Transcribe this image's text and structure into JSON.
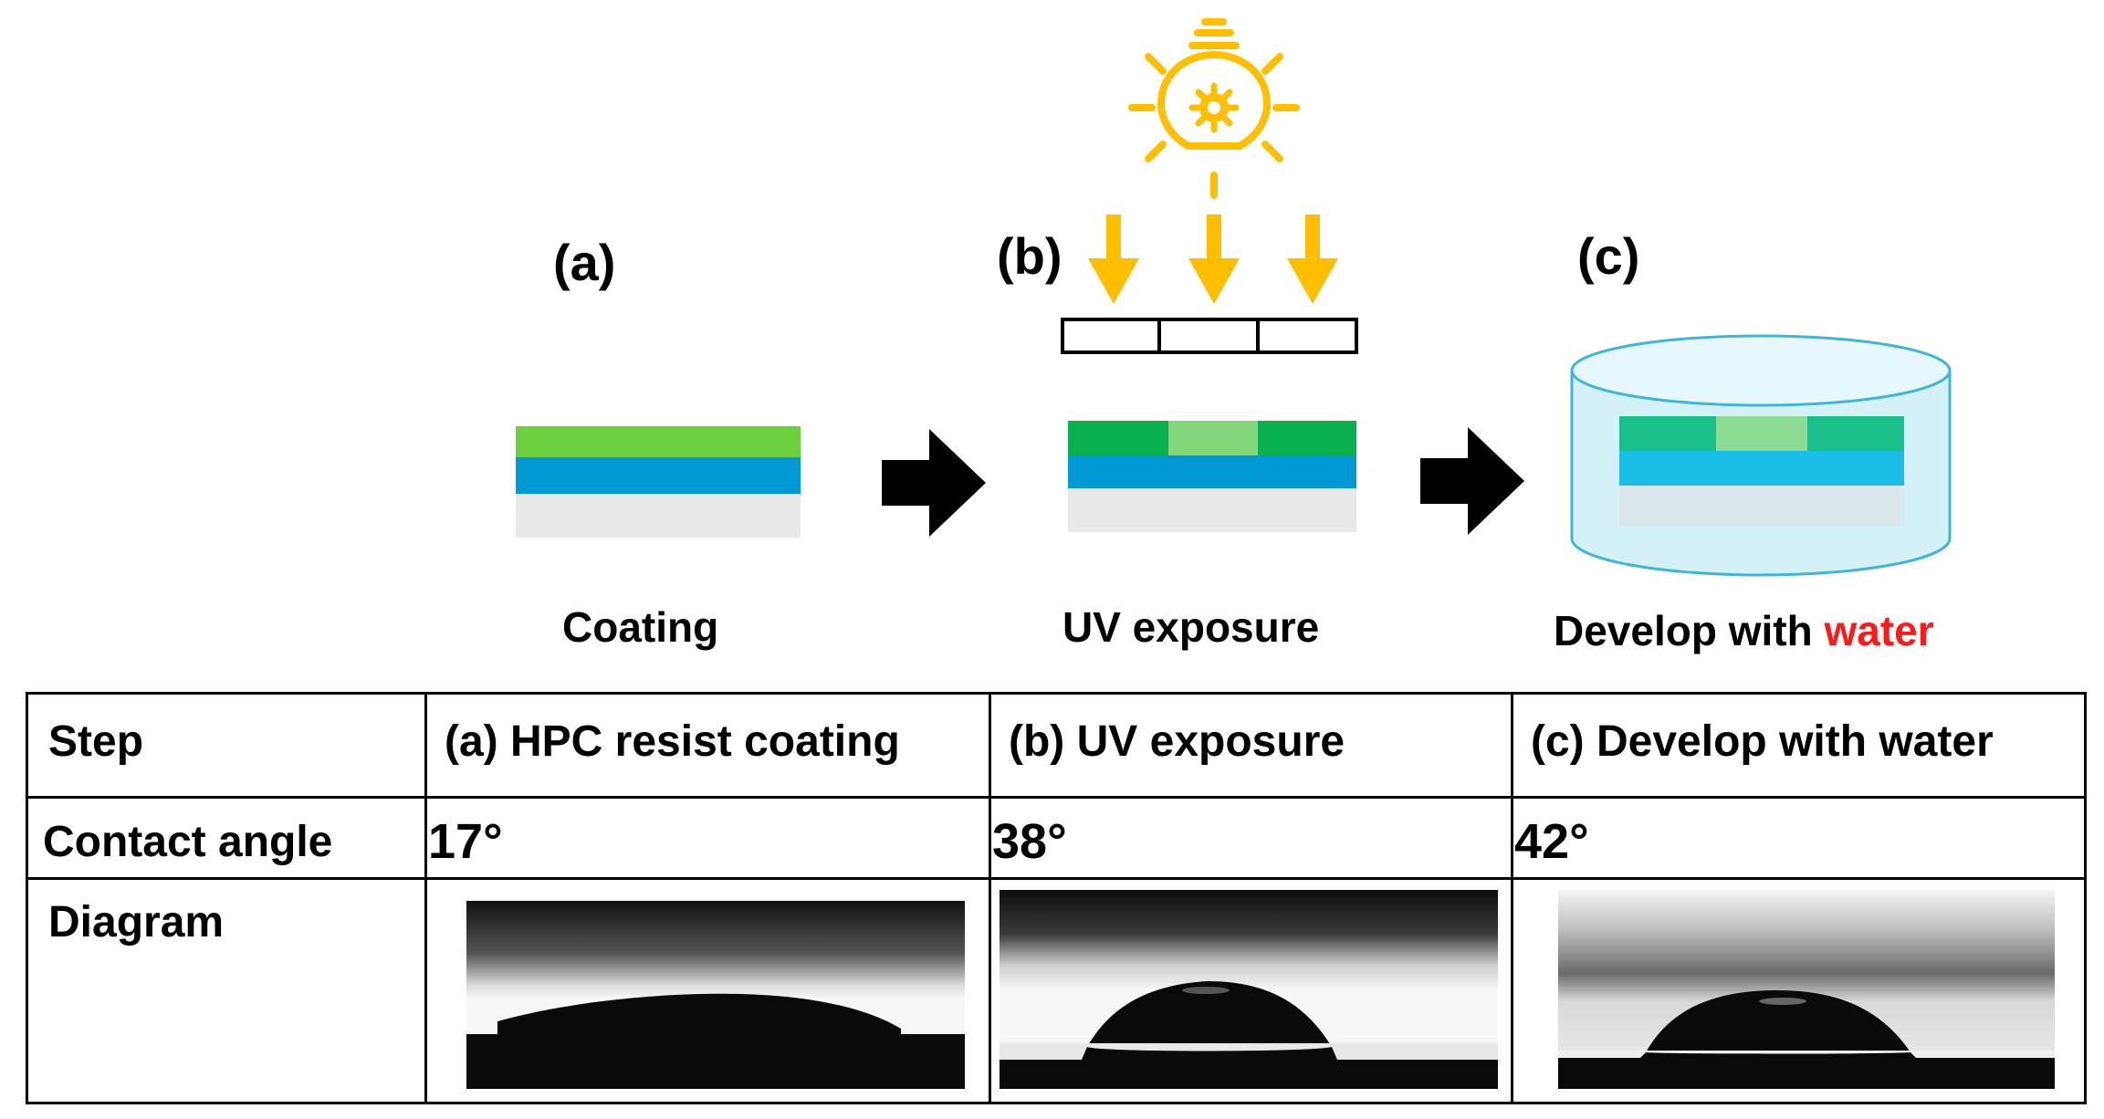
{
  "panels": [
    {
      "letter": "(a)",
      "caption": "Coating"
    },
    {
      "letter": "(b)",
      "caption": "UV exposure"
    },
    {
      "letter": "(c)",
      "caption_prefix": "Develop with ",
      "caption_highlight": "water"
    }
  ],
  "table": {
    "row_headers": [
      "Step",
      "Contact angle",
      "Diagram"
    ],
    "steps": [
      "(a) HPC resist coating",
      "(b) UV exposure",
      "(c) Develop with water"
    ],
    "contact_angles": [
      "17°",
      "38°",
      "42°"
    ]
  },
  "colors": {
    "accent_yellow": "#ffbf00",
    "green_light": "#6bd13c",
    "green_dark": "#0ab04d",
    "green_exposed": "#84d67c",
    "blue": "#0099d6",
    "cyan": "#19bde6",
    "substrate": "#e8e8e8",
    "water": "#d4f1f8",
    "highlight_red": "#ff1a1a"
  },
  "icons": [
    "light-bulb-icon",
    "gear-icon",
    "arrow-down-icon",
    "arrow-right-icon",
    "photomask",
    "water-beaker"
  ]
}
